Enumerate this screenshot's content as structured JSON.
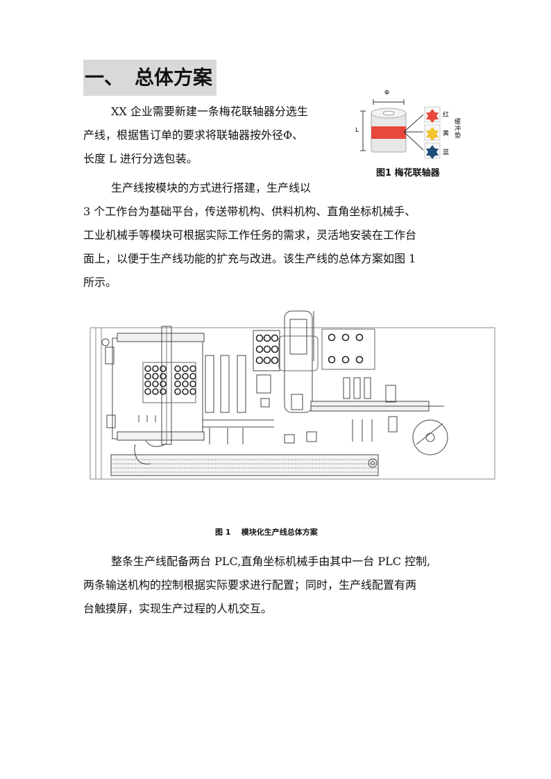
{
  "heading": {
    "number": "一、",
    "title": "总体方案"
  },
  "paragraph1": {
    "lines": [
      "XX 企业需要新建一条梅花联轴器分选生",
      "产线，根据售订单的要求将联轴器按外径Φ、",
      "长度 L 进行分选包装。"
    ]
  },
  "paragraph2": {
    "lines": [
      "生产线按模块的方式进行搭建，生产线以",
      "3 个工作台为基础平台，传送带机构、供料机构、直角坐标机械手、",
      "工业机械手等模块可根据实际工作任务的需求，灵活地安装在工作台",
      "面上，以便于生产线功能的扩充与改进。该生产线的总体方案如图 1",
      "所示。"
    ]
  },
  "coupling_figure": {
    "caption": "图1  梅花联轴器",
    "dim_outer": "Φ",
    "dim_length": "L",
    "label_cushion": "缓冲垫",
    "colors": [
      {
        "name": "红",
        "hex": "#e8473b"
      },
      {
        "name": "黄",
        "hex": "#f2c230"
      },
      {
        "name": "蓝",
        "hex": "#1f4e79"
      }
    ]
  },
  "main_figure": {
    "caption": "图 1    模块化生产线总体方案"
  },
  "paragraph3": {
    "lines": [
      "整条生产线配备两台 PLC,直角坐标机械手由其中一台 PLC 控制,",
      "两条输送机构的控制根据实际要求进行配置；同时，生产线配置有两",
      "台触摸屏，实现生产过程的人机交互。"
    ]
  }
}
